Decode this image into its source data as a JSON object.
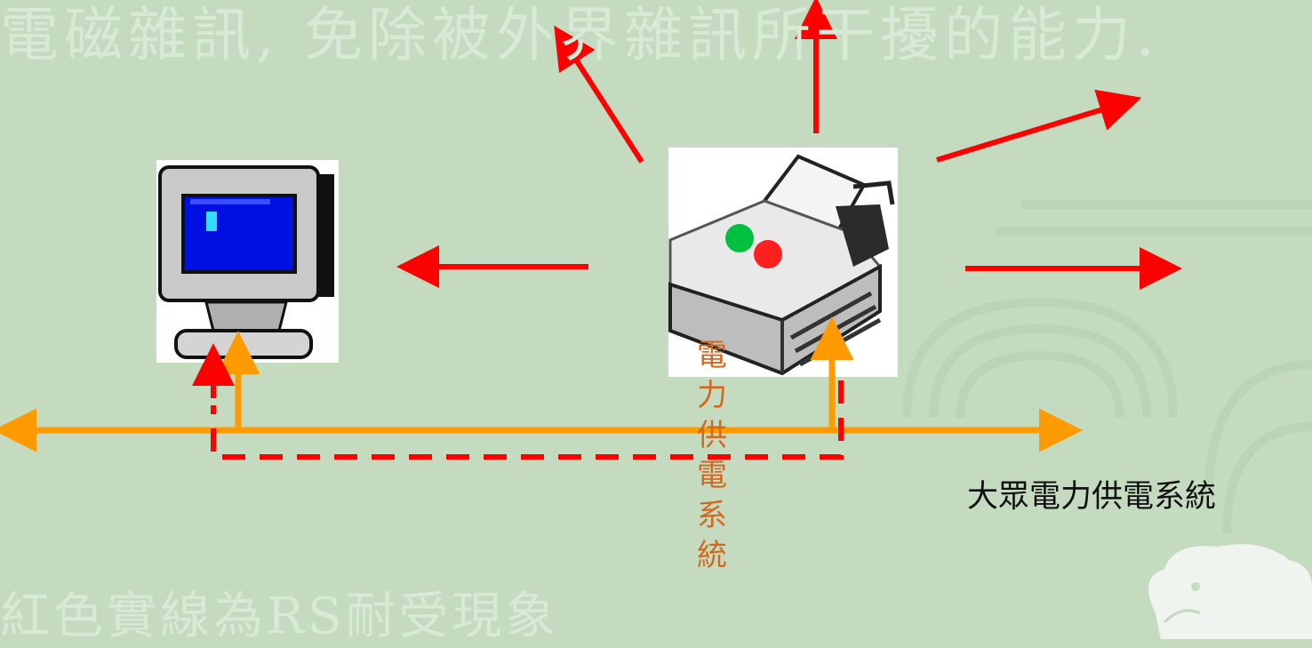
{
  "captions": {
    "top": "ׁ電磁雜訊, 免除被外界雜訊所干擾的能力.",
    "bottom": "紅色實線為RS耐受現象"
  },
  "labels": {
    "vertical": [
      "電",
      "力",
      "供",
      "電",
      "系",
      "統"
    ],
    "power_grid": "大眾電力供電系統"
  },
  "icons": {
    "computer": "computer-monitor-icon",
    "printer": "printer-icon"
  },
  "colors": {
    "background": "#c4dbc0",
    "radiated_arrow": "#ff0000",
    "power_line": "#ff9a00",
    "conducted_path": "#ff0000",
    "vertical_label": "#d2691e"
  }
}
